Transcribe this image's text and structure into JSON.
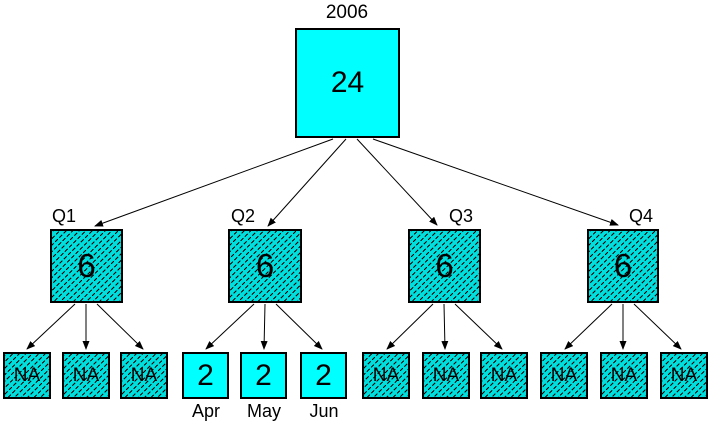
{
  "diagram": {
    "title": "2006",
    "root": {
      "value": "24"
    },
    "quarters": [
      {
        "label": "Q1",
        "value": "6"
      },
      {
        "label": "Q2",
        "value": "6"
      },
      {
        "label": "Q3",
        "value": "6"
      },
      {
        "label": "Q4",
        "value": "6"
      }
    ],
    "months": [
      {
        "value": "NA"
      },
      {
        "value": "NA"
      },
      {
        "value": "NA"
      },
      {
        "value": "2",
        "label": "Apr"
      },
      {
        "value": "2",
        "label": "May"
      },
      {
        "value": "2",
        "label": "Jun"
      },
      {
        "value": "NA"
      },
      {
        "value": "NA"
      },
      {
        "value": "NA"
      },
      {
        "value": "NA"
      },
      {
        "value": "NA"
      },
      {
        "value": "NA"
      }
    ],
    "colors": {
      "solid_fill": "#00ffff",
      "hatched_fill": "#00dede",
      "hatch_line": "#000000",
      "node_border": "#000000",
      "arrow": "#000000",
      "background": "#ffffff",
      "text": "#000000"
    }
  }
}
